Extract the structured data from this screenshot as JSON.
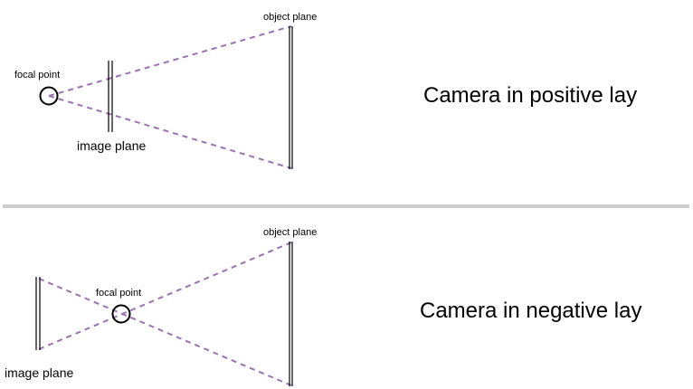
{
  "colors": {
    "ray": "#9b72b0",
    "divider": "#cccccc",
    "ink": "#000000"
  },
  "top": {
    "title": "Camera in positive lay",
    "object_plane_label": "object plane",
    "focal_point_label": "focal point",
    "image_plane_label": "image plane"
  },
  "bottom": {
    "title": "Camera in negative lay",
    "object_plane_label": "object plane",
    "focal_point_label": "focal point",
    "image_plane_label": "image plane"
  }
}
